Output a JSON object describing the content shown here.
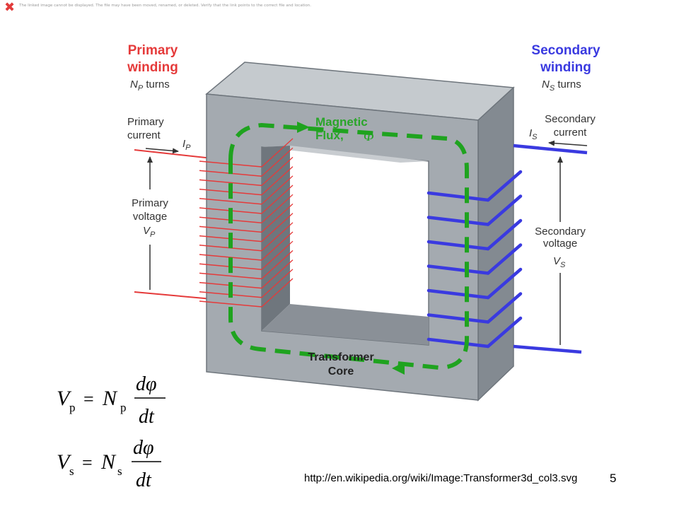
{
  "broken_image": {
    "message": "The linked image cannot be displayed.  The file may have been moved, renamed, or deleted. Verify that the link points to the correct file and location."
  },
  "diagram": {
    "primary": {
      "title_line1": "Primary",
      "title_line2": "winding",
      "turns_symbol": "N",
      "turns_sub": "P",
      "turns_word": " turns",
      "current_line1": "Primary",
      "current_line2": "current",
      "current_symbol": "I",
      "current_sub": "P",
      "voltage_line1": "Primary",
      "voltage_line2": "voltage",
      "voltage_symbol": "V",
      "voltage_sub": "P"
    },
    "secondary": {
      "title_line1": "Secondary",
      "title_line2": "winding",
      "turns_symbol": "N",
      "turns_sub": "S",
      "turns_word": " turns",
      "current_line1": "Secondary",
      "current_line2": "current",
      "current_symbol": "I",
      "current_sub": "S",
      "voltage_line1": "Secondary",
      "voltage_line2": "voltage",
      "voltage_symbol": "V",
      "voltage_sub": "S"
    },
    "flux": {
      "line1": "Magnetic",
      "line2": "Flux,",
      "symbol": "Φ"
    },
    "core": {
      "line1": "Transformer",
      "line2": "Core"
    },
    "colors": {
      "primary": "#e53a3a",
      "secondary": "#3a3ae0",
      "flux": "#1fa31f",
      "core_front": "#a4aab0",
      "core_side": "#838a91",
      "core_top": "#c5cace"
    }
  },
  "equations": {
    "eq1": {
      "lhs": "V",
      "lhs_sub": "p",
      "equals": "=",
      "coef": "N",
      "coef_sub": "p",
      "num": "dφ",
      "den": "dt"
    },
    "eq2": {
      "lhs": "V",
      "lhs_sub": "s",
      "equals": "=",
      "coef": "N",
      "coef_sub": "s",
      "num": "dφ",
      "den": "dt"
    }
  },
  "footer": {
    "link": "http://en.wikipedia.org/wiki/Image:Transformer3d_col3.svg",
    "page_number": "5"
  }
}
